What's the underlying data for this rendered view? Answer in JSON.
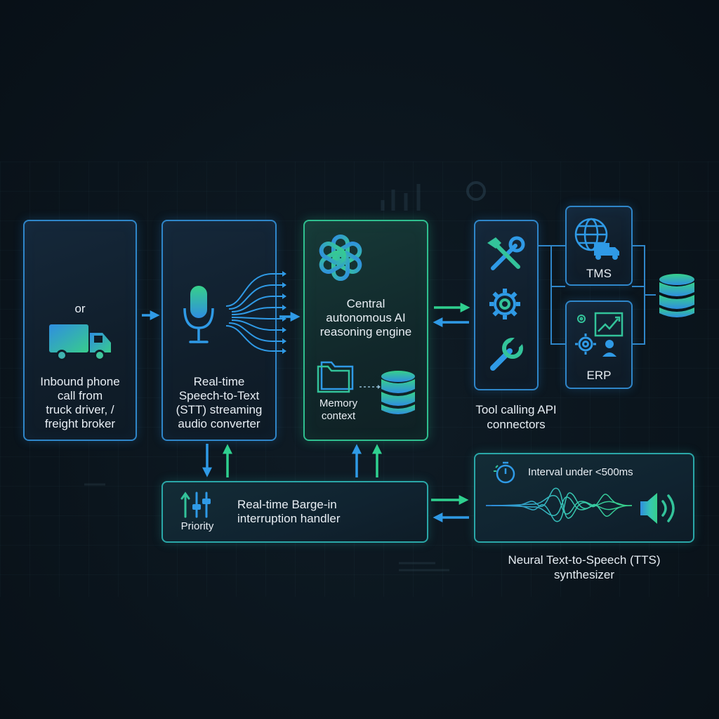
{
  "inbound": {
    "or_text": "or",
    "label_lines": [
      "Inbound phone",
      "call from",
      "truck driver, /",
      "freight broker"
    ]
  },
  "stt": {
    "label_lines": [
      "Real-time",
      "Speech-to-Text",
      "(STT) streaming",
      "audio converter"
    ]
  },
  "engine": {
    "label_lines": [
      "Central",
      "autonomous AI",
      "reasoning engine"
    ],
    "memory_lines": [
      "Memory",
      "context"
    ]
  },
  "tools": {
    "caption_lines": [
      "Tool calling API",
      "connectors"
    ]
  },
  "tms": {
    "label": "TMS"
  },
  "erp": {
    "label": "ERP"
  },
  "bargein": {
    "priority_label": "Priority",
    "label_lines": [
      "Real-time Barge-in",
      "interruption handler"
    ]
  },
  "tts": {
    "interval_label": "Interval under <500ms",
    "caption_lines": [
      "Neural Text-to-Speech (TTS)",
      "synthesizer"
    ]
  },
  "colors": {
    "blue": "#2f86c9",
    "green": "#2fbf8f",
    "arrow_blue": "#2f9ae6",
    "arrow_green": "#2fd08f"
  }
}
